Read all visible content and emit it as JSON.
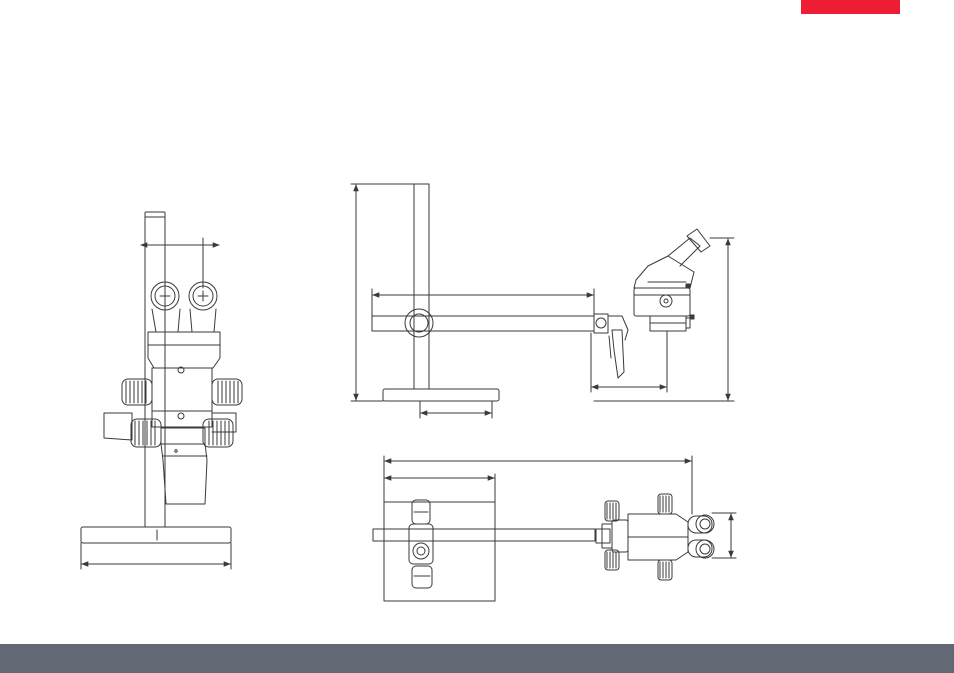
{
  "colors": {
    "accent": "#ee1c35",
    "footer": "#626874",
    "line": "#3a3a3a",
    "background": "#ffffff"
  },
  "views": [
    {
      "id": "front-view"
    },
    {
      "id": "side-view"
    },
    {
      "id": "top-view"
    }
  ]
}
